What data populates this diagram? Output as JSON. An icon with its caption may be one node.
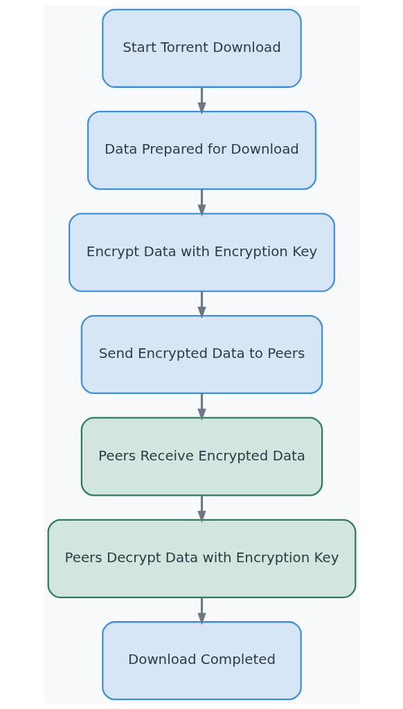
{
  "diagram": {
    "nodes": [
      {
        "text": [
          "Start Torrent Download"
        ]
      },
      {
        "text": [
          "Data Prepared for Download"
        ]
      },
      {
        "text": [
          "Encrypt Data with Encryption Key"
        ]
      },
      {
        "text": [
          "Send Encrypted Data to Peers"
        ]
      },
      {
        "text": [
          "Peers Receive Encrypted Data"
        ]
      },
      {
        "text": [
          "Peers Decrypt Data with Encryption Key"
        ]
      },
      {
        "text": [
          "Download Completed"
        ]
      }
    ],
    "edges": [
      {
        "from": 0,
        "to": 1,
        "arrow": "to"
      },
      {
        "from": 1,
        "to": 2,
        "arrow": "to"
      },
      {
        "from": 2,
        "to": 3,
        "arrow": "to"
      },
      {
        "from": 3,
        "to": 4,
        "arrow": "to"
      },
      {
        "from": 4,
        "to": 5,
        "arrow": "to"
      },
      {
        "from": 5,
        "to": 6,
        "arrow": "to"
      }
    ]
  }
}
